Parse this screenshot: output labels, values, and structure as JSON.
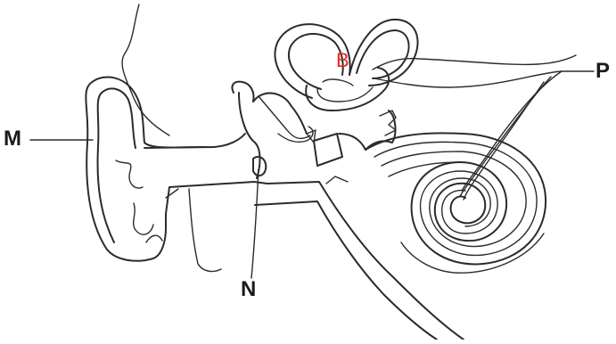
{
  "labels": {
    "m": "M",
    "n": "N",
    "p": "P",
    "b": "B"
  },
  "colors": {
    "ink": "#2b2b2b",
    "label": "#1a1a1a",
    "highlight_label": "#e8261f",
    "background": "#ffffff"
  }
}
